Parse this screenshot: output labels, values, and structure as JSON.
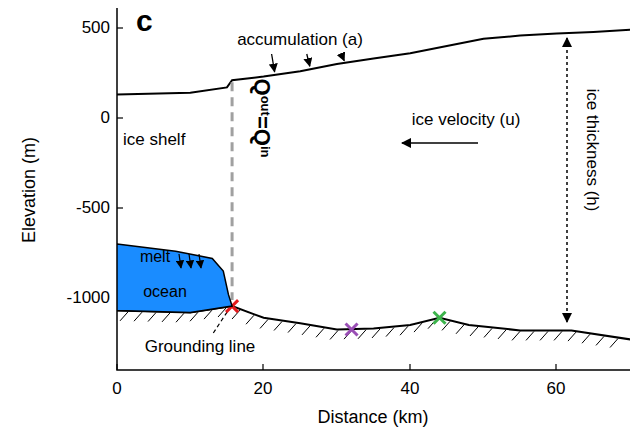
{
  "diagram": {
    "nodes": [
      {
        "text": [
          "melt",
          "ocean"
        ]
      }
    ],
    "labels": [
      "c",
      "accumulation (a)",
      "500",
      "0",
      "ice shelf",
      "Q",
      "out",
      "=",
      "Q",
      "in",
      "ice velocity (u)",
      "ice thickness (h)",
      "-500",
      "Elevation (m)",
      "-1000",
      "Grounding line",
      "0",
      "20",
      "40",
      "60",
      "Distance (km)"
    ]
  }
}
